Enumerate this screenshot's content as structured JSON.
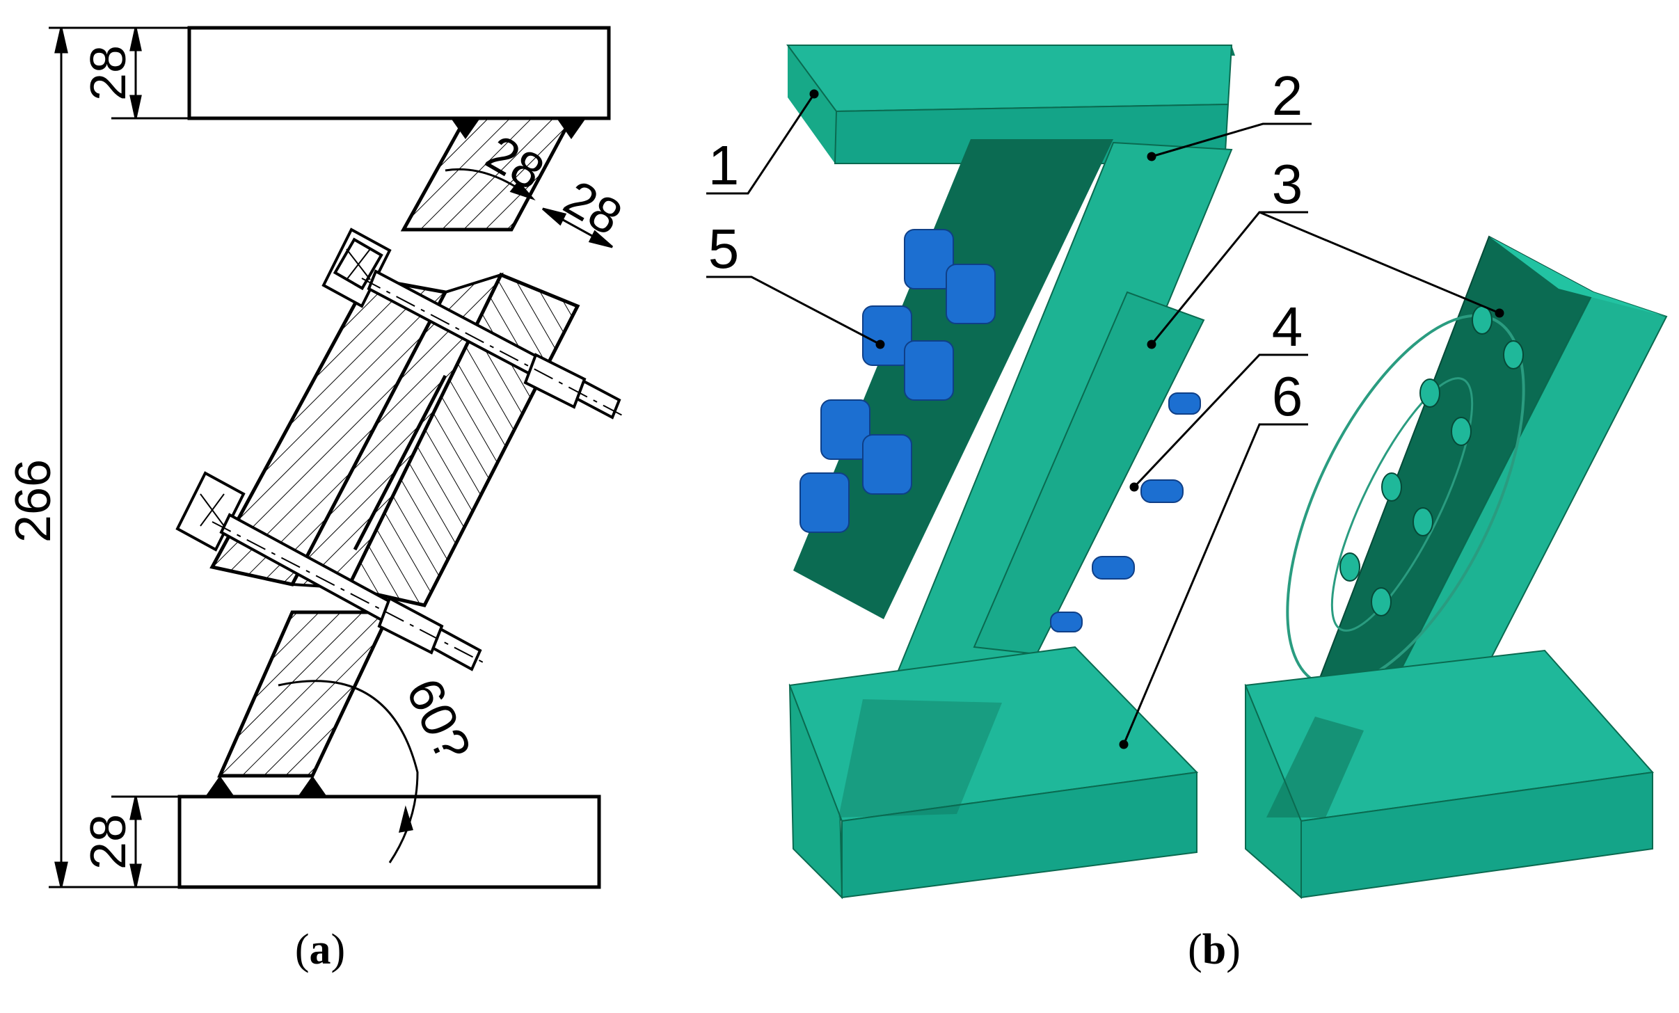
{
  "panel_a": {
    "label_open": "(",
    "label_letter": "a",
    "label_close": ")",
    "dimensions": {
      "total_height": "266",
      "top_plate": "28",
      "bottom_plate": "28",
      "strip_width_1": "28",
      "strip_width_2": "28",
      "angle": "60?"
    }
  },
  "panel_b": {
    "label_open": "(",
    "label_letter": "b",
    "label_close": ")",
    "callouts": [
      "1",
      "2",
      "3",
      "4",
      "5",
      "6",
      "3"
    ]
  },
  "colors": {
    "body_light": "#1fb89a",
    "body_mid": "#14a488",
    "body_dark": "#0b6b52",
    "bolt": "#1c6fd1",
    "line": "#000000"
  }
}
